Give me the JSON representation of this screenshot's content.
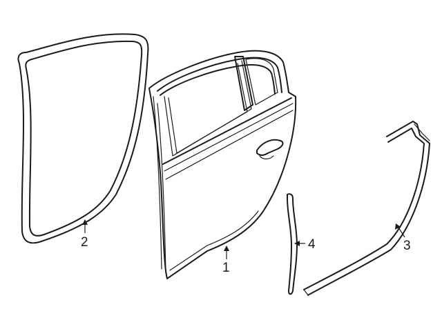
{
  "parts": [
    {
      "id": "door-shell",
      "label": "1"
    },
    {
      "id": "door-weatherstrip-body",
      "label": "2"
    },
    {
      "id": "door-weatherstrip-door",
      "label": "3"
    },
    {
      "id": "door-seal-strip",
      "label": "4"
    }
  ],
  "colors": {
    "line": "#1a1a1a",
    "background": "#ffffff"
  }
}
